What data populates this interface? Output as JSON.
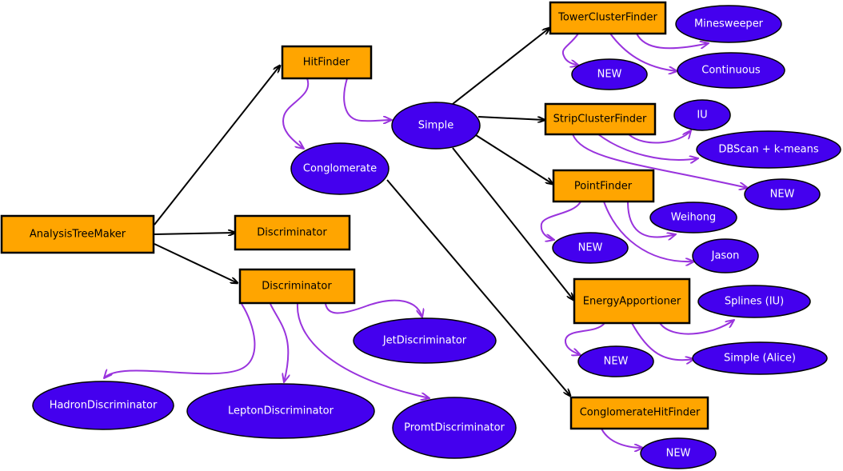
{
  "colors": {
    "box_fill": "#ffa500",
    "ellipse_fill": "#4400ee",
    "ellipse_text": "#ffffff",
    "edge_inheritance": "#000000",
    "edge_implementation": "#9933dd"
  },
  "nodes": {
    "analysis_tree_maker": "AnalysisTreeMaker",
    "hit_finder": "HitFinder",
    "discriminator_a": "Discriminator",
    "discriminator_b": "Discriminator",
    "conglomerate": "Conglomerate",
    "simple": "Simple",
    "tower_cluster_finder": "TowerClusterFinder",
    "strip_cluster_finder": "StripClusterFinder",
    "point_finder": "PointFinder",
    "energy_apportioner": "EnergyApportioner",
    "conglomerate_hit_finder": "ConglomerateHitFinder",
    "minesweeper": "Minesweeper",
    "continuous": "Continuous",
    "tower_new": "NEW",
    "iu": "IU",
    "dbscan_kmeans": "DBScan + k-means",
    "strip_new": "NEW",
    "weihong": "Weihong",
    "jason": "Jason",
    "point_new": "NEW",
    "splines_iu": "Splines (IU)",
    "simple_alice": "Simple (Alice)",
    "energy_new": "NEW",
    "conglomerate_new": "NEW",
    "jet_discriminator": "JetDiscriminator",
    "hadron_discriminator": "HadronDiscriminator",
    "lepton_discriminator": "LeptonDiscriminator",
    "promt_discriminator": "PromtDiscriminator"
  }
}
